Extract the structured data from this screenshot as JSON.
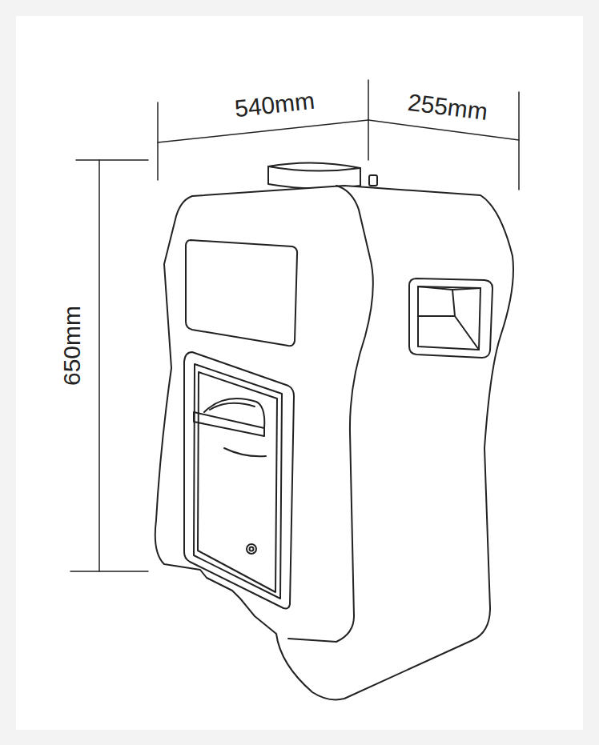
{
  "diagram": {
    "labels": [
      "540mm",
      "255mm",
      "650mm"
    ]
  }
}
